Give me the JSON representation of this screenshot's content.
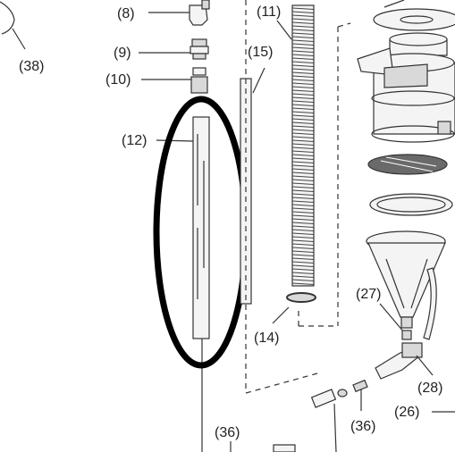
{
  "labels": {
    "p8": "(8)",
    "p9": "(9)",
    "p10": "(10)",
    "p11": "(11)",
    "p12": "(12)",
    "p14": "(14)",
    "p15": "(15)",
    "p26": "(26)",
    "p27": "(27)",
    "p28": "(28)",
    "p36a": "(36)",
    "p36b": "(36)",
    "p38": "(38)"
  },
  "colors": {
    "line": "#333333",
    "highlight": "#000000",
    "background": "#ffffff"
  }
}
